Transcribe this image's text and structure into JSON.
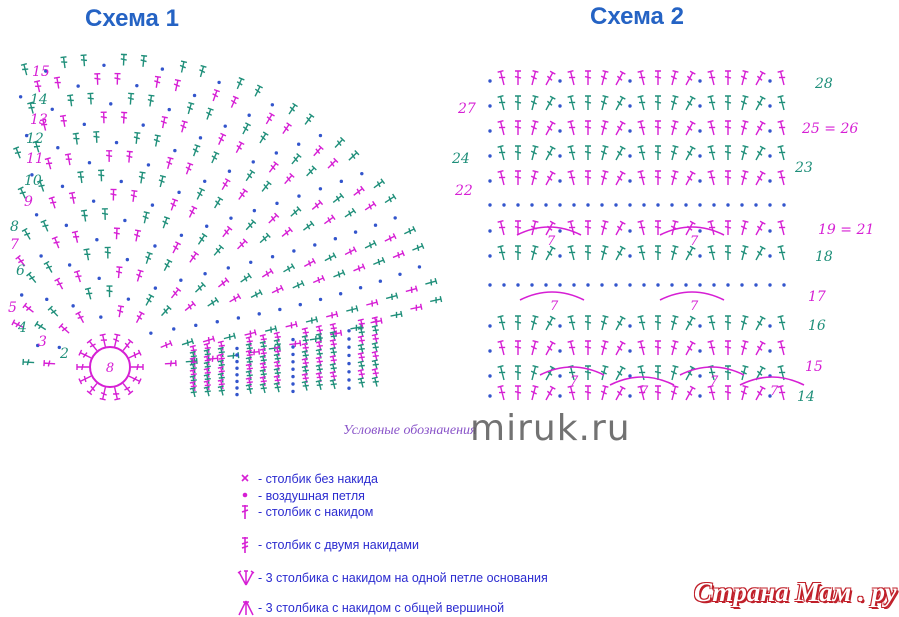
{
  "titles": {
    "scheme1": "Схема 1",
    "scheme2": "Схема 2"
  },
  "scheme1": {
    "center_label": "8",
    "row_numbers": [
      "15",
      "14",
      "13",
      "12",
      "11",
      "10",
      "9",
      "8",
      "7",
      "6",
      "5",
      "4",
      "3",
      "2"
    ],
    "colors": {
      "pink": "#d61fd4",
      "green": "#1f8f7a",
      "blue": "#3355cc"
    }
  },
  "scheme2": {
    "row_numbers_left": [
      "27",
      "24",
      "22"
    ],
    "row_numbers_right": [
      "28",
      "25 = 26",
      "23",
      "19 = 21",
      "18",
      "17",
      "16",
      "15",
      "14"
    ],
    "chain_labels": [
      "7",
      "7",
      "7",
      "7",
      "7",
      "7",
      "7",
      "7"
    ]
  },
  "legend": {
    "heading": "Условные обозначения",
    "items": [
      {
        "icon": "x-icon",
        "text": "- столбик без накида"
      },
      {
        "icon": "dot-icon",
        "text": "- воздушная петля"
      },
      {
        "icon": "dc-icon",
        "text": "- столбик с  накидом"
      },
      {
        "icon": "tr-icon",
        "text": "- столбик с двумя накидами"
      },
      {
        "icon": "v3-icon",
        "text": "- 3 столбика с накидом на одной петле основания"
      },
      {
        "icon": "a3-icon",
        "text": "- 3 столбика с накидом с общей вершиной"
      }
    ]
  },
  "watermark": "miruk.ru",
  "brand": "Страна Мам . ру"
}
